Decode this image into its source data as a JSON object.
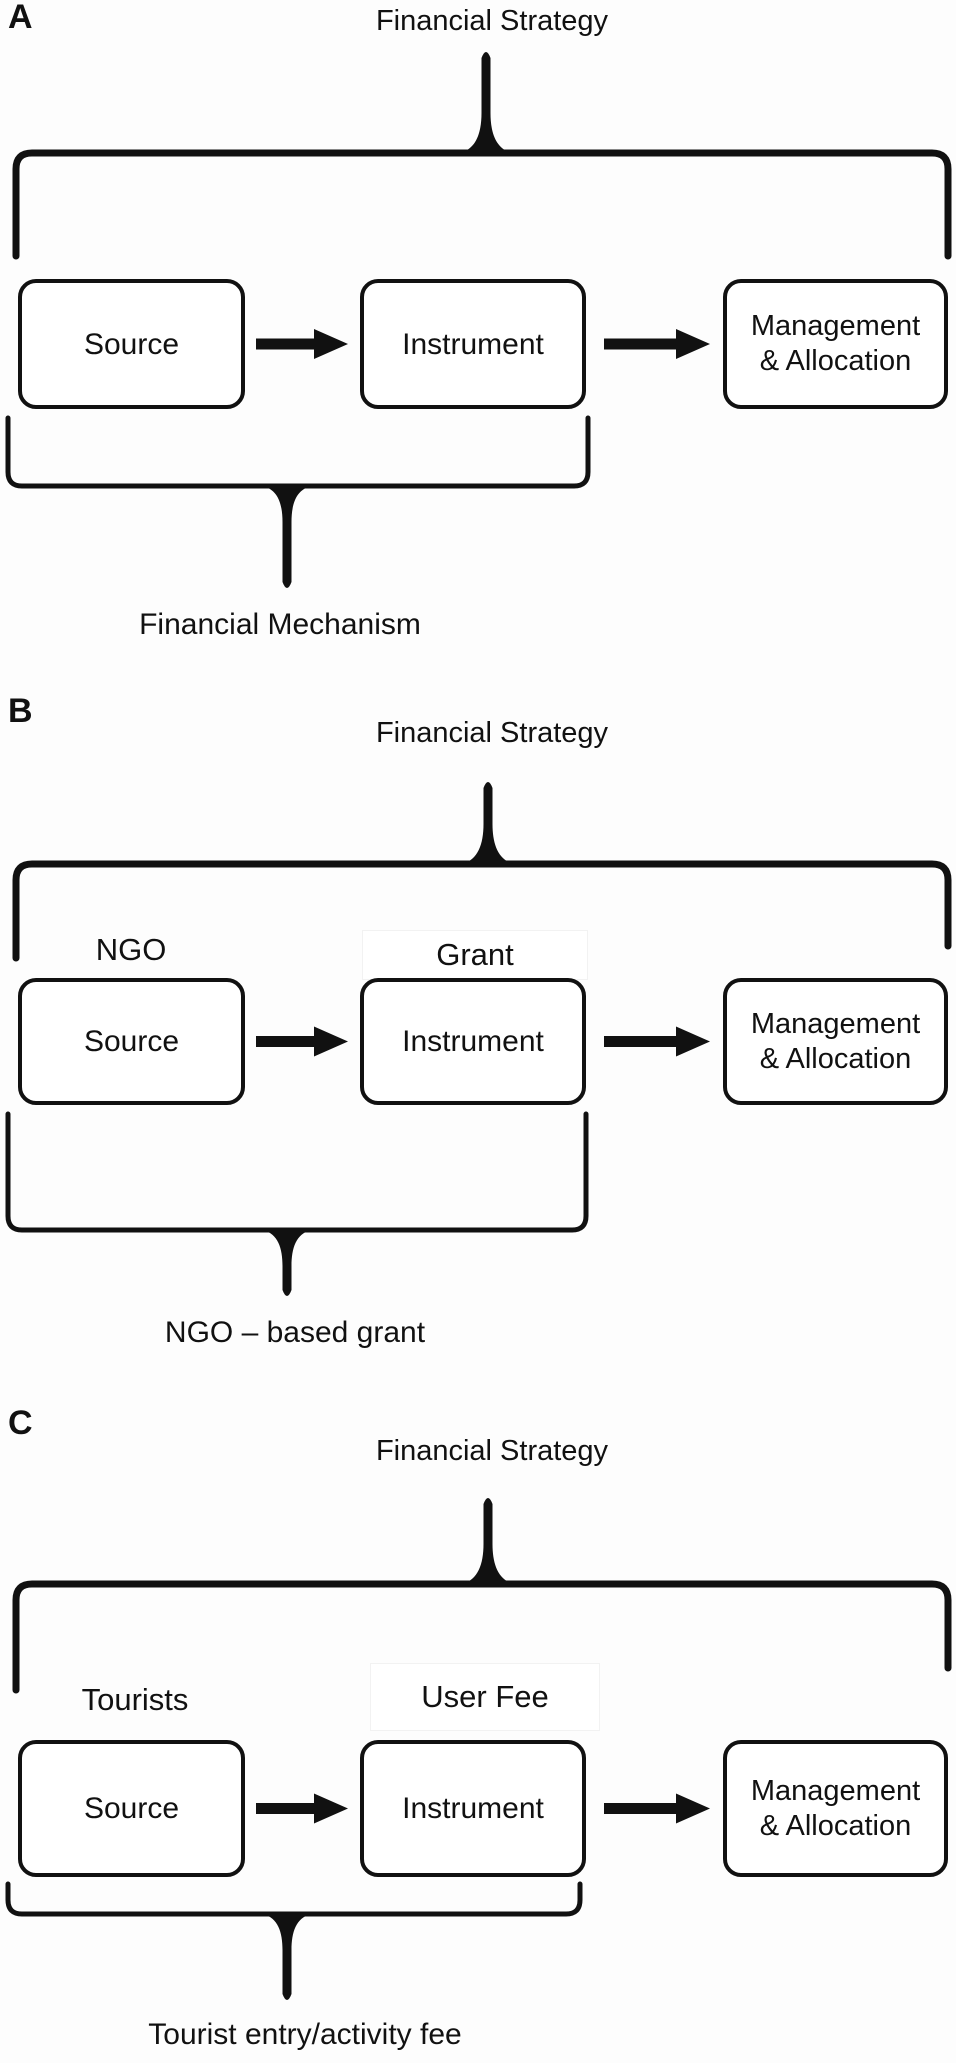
{
  "colors": {
    "ink": "#111111",
    "background": "#fdfdfd"
  },
  "panels": [
    {
      "label": "A",
      "title": "Financial Strategy",
      "boxes": {
        "source": "Source",
        "instrument": "Instrument",
        "management": "Management\n& Allocation"
      },
      "caption": "Financial Mechanism"
    },
    {
      "label": "B",
      "title": "Financial Strategy",
      "source_annotation": "NGO",
      "instrument_annotation": "Grant",
      "boxes": {
        "source": "Source",
        "instrument": "Instrument",
        "management": "Management\n& Allocation"
      },
      "caption": "NGO – based grant"
    },
    {
      "label": "C",
      "title": "Financial Strategy",
      "source_annotation": "Tourists",
      "instrument_annotation": "User Fee",
      "boxes": {
        "source": "Source",
        "instrument": "Instrument",
        "management": "Management\n& Allocation"
      },
      "caption": "Tourist entry/activity fee"
    }
  ]
}
